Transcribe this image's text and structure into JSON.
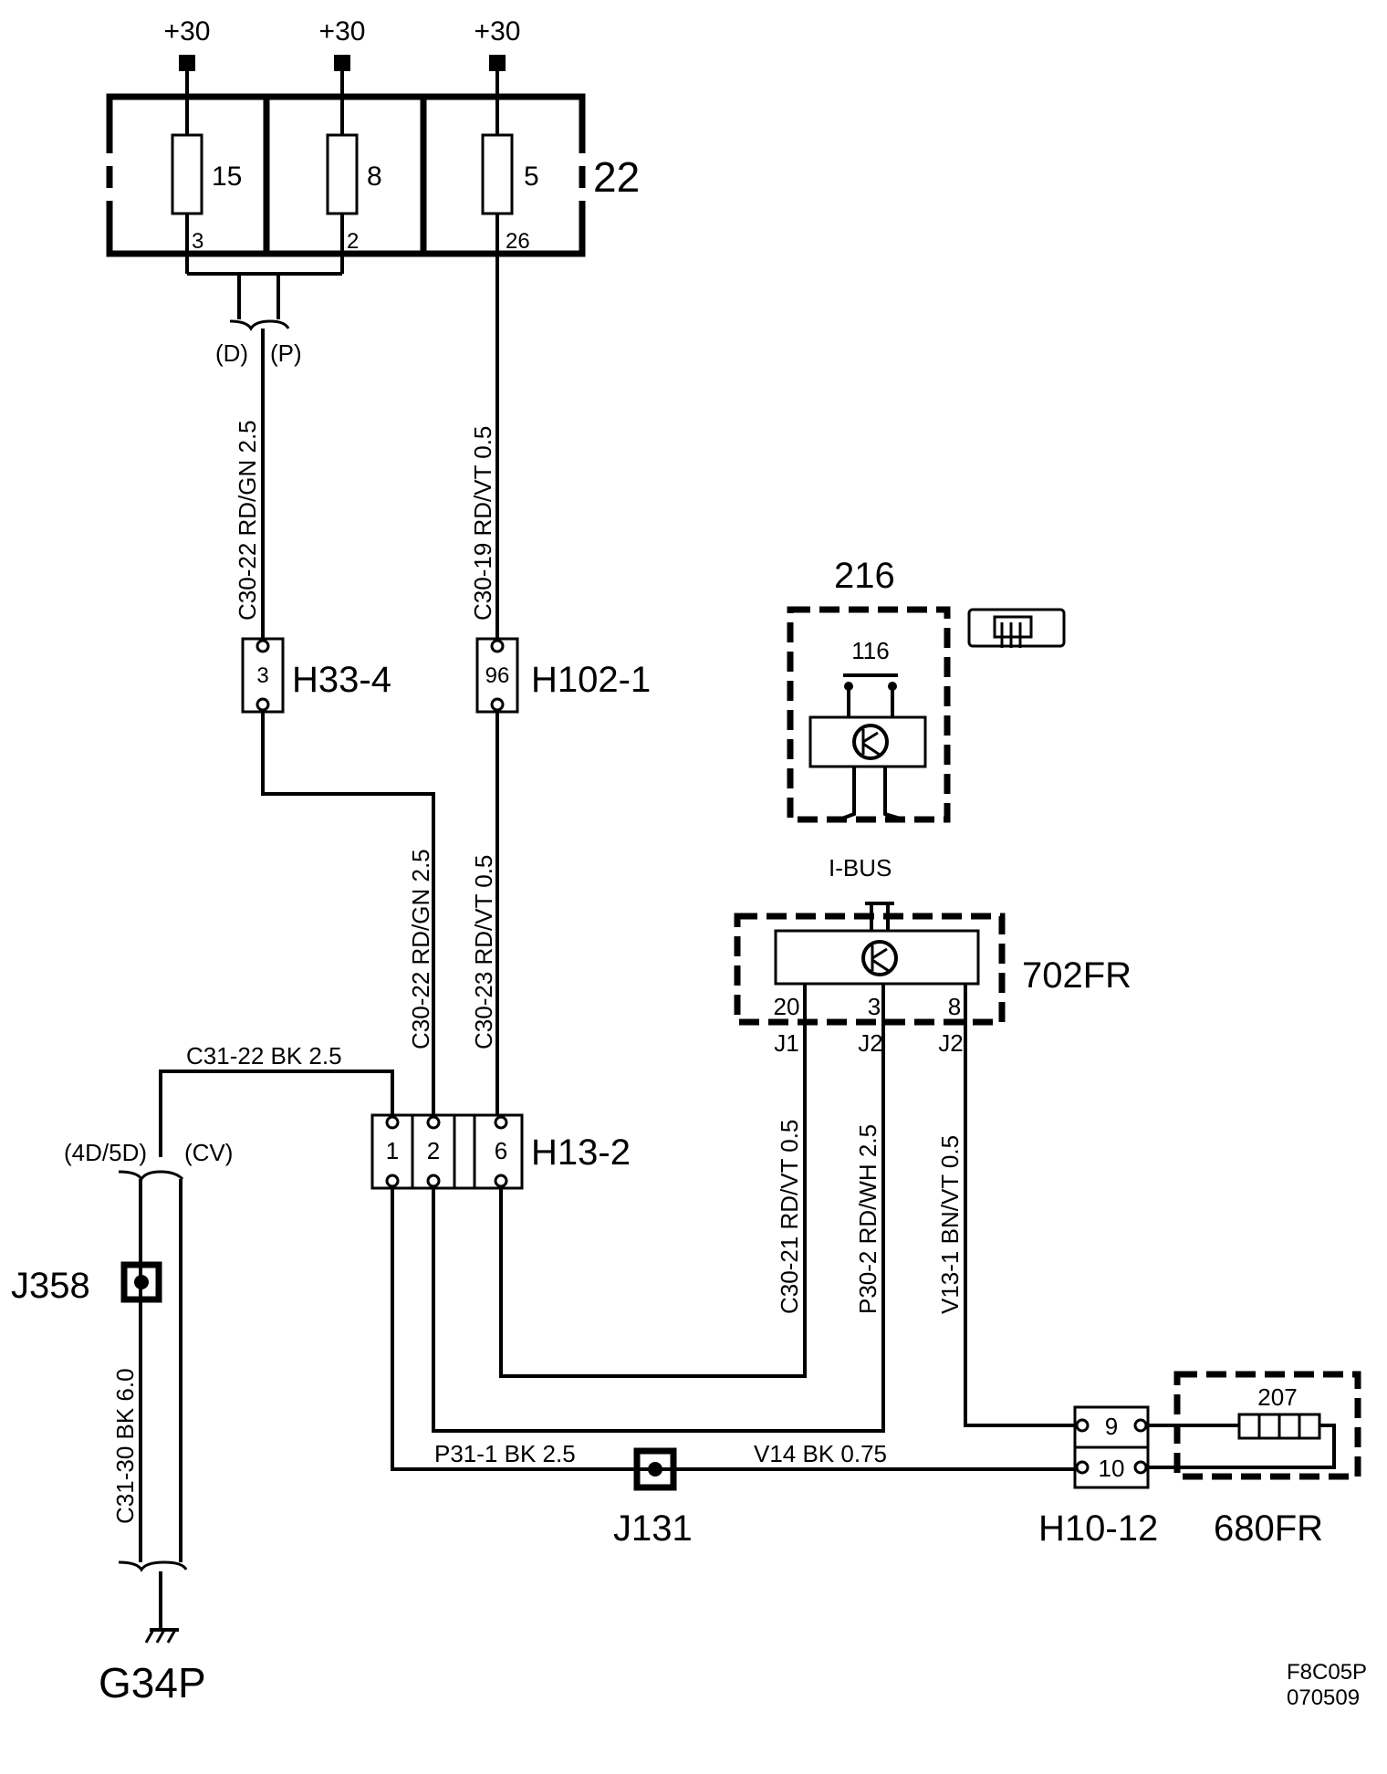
{
  "supplies": [
    "+30",
    "+30",
    "+30"
  ],
  "fuse_box": {
    "id": "22",
    "fuses": [
      {
        "rating": "15",
        "pin": "3"
      },
      {
        "rating": "8",
        "pin": "2"
      },
      {
        "rating": "5",
        "pin": "26"
      }
    ]
  },
  "variants": {
    "d": "(D)",
    "p": "(P)",
    "ld": "(4D/5D)",
    "cv": "(CV)"
  },
  "wires": {
    "c30_22_a": "C30-22  RD/GN  2.5",
    "c30_19": "C30-19  RD/VT  0.5",
    "c30_22_b": "C30-22  RD/GN  2.5",
    "c30_23": "C30-23  RD/VT  0.5",
    "c31_22": "C31-22  BK  2.5",
    "c30_21": "C30-21  RD/VT  0.5",
    "p30_2": "P30-2  RD/WH  2.5",
    "v13_1": "V13-1  BN/VT  0.5",
    "c31_30": "C31-30  BK  6.0",
    "p31_1": "P31-1  BK  2.5",
    "v14": "V14   BK   0.75"
  },
  "connectors": {
    "h33_4": {
      "name": "H33-4",
      "pin": "3"
    },
    "h102_1": {
      "name": "H102-1",
      "pin": "96"
    },
    "h13_2": {
      "name": "H13-2",
      "pins": [
        "1",
        "2",
        "6"
      ]
    },
    "h10_12": {
      "name": "H10-12",
      "pins": [
        "9",
        "10"
      ]
    }
  },
  "components": {
    "c216": {
      "id": "216",
      "inner": "116",
      "bus": "I-BUS"
    },
    "c702": {
      "id": "702FR",
      "pins": [
        "20",
        "3",
        "8"
      ],
      "blocks": [
        "J1",
        "J2",
        "J2"
      ]
    },
    "c680": {
      "id": "680FR",
      "inner": "207"
    }
  },
  "splices": {
    "j358": "J358",
    "j131": "J131"
  },
  "ground": "G34P",
  "footer": {
    "code": "F8C05P",
    "date": "070509"
  }
}
